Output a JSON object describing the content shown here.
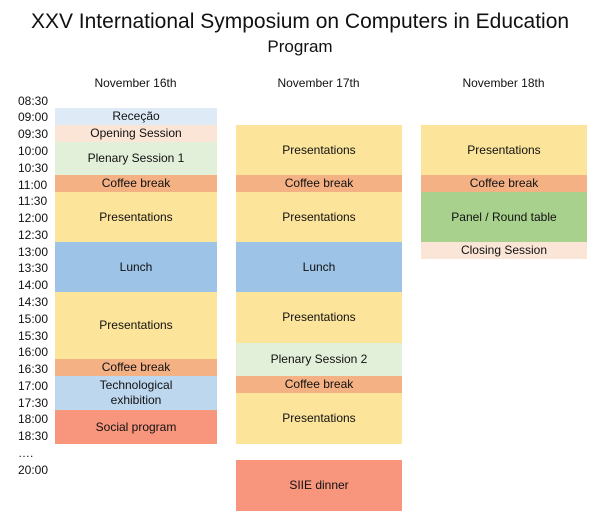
{
  "header": {
    "title": "XXV International Symposium on Computers in Education",
    "subtitle": "Program"
  },
  "days": [
    "November 16th",
    "November 17th",
    "November 18th"
  ],
  "times": [
    "08:30",
    "09:00",
    "09:30",
    "10:00",
    "10:30",
    "11:00",
    "11:30",
    "12:00",
    "12:30",
    "13:00",
    "13:30",
    "14:00",
    "14:30",
    "15:00",
    "15:30",
    "16:00",
    "16:30",
    "17:00",
    "17:30",
    "18:00",
    "18:30",
    "….",
    "20:00"
  ],
  "day1": {
    "recepcao": "Receção",
    "opening": "Opening Session",
    "plenary": "Plenary Session 1",
    "coffee1": "Coffee break",
    "presentations1": "Presentations",
    "lunch": "Lunch",
    "presentations2": "Presentations",
    "coffee2": "Coffee break",
    "tech": "Technological exhibition",
    "social": "Social program"
  },
  "day2": {
    "presentations1": "Presentations",
    "coffee1": "Coffee break",
    "presentations2": "Presentations",
    "lunch": "Lunch",
    "presentations3": "Presentations",
    "plenary": "Plenary Session 2",
    "coffee2": "Coffee break",
    "presentations4": "Presentations",
    "dinner": "SIIE dinner"
  },
  "day3": {
    "presentations": "Presentations",
    "coffee": "Coffee break",
    "panel": "Panel / Round table",
    "closing": "Closing Session"
  },
  "colors": {
    "presentations": "#fce49a",
    "coffee_break": "#f4b183",
    "lunch": "#9dc3e6",
    "plenary": "#e2efd9",
    "panel": "#a9d18e",
    "opening_closing": "#fbe5d6",
    "reception": "#deebf7",
    "technological": "#bdd7ee",
    "social_dinner": "#f8957d"
  }
}
